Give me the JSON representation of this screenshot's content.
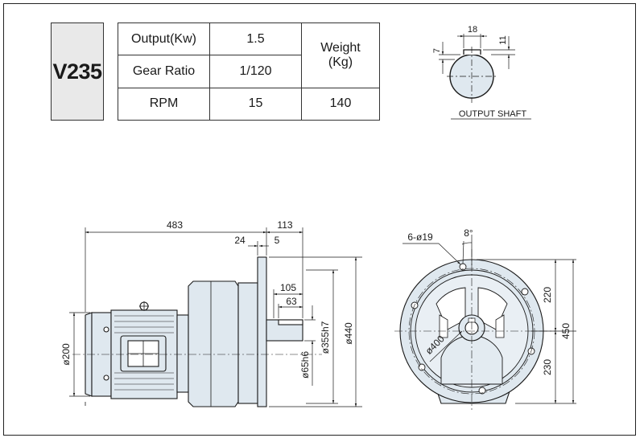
{
  "model": "V235",
  "spec_table": {
    "output_label": "Output(Kw)",
    "output_value": "1.5",
    "gear_ratio_label": "Gear Ratio",
    "gear_ratio_value": "1/120",
    "rpm_label": "RPM",
    "rpm_value": "15",
    "weight_label_line1": "Weight",
    "weight_label_line2": "(Kg)",
    "weight_value": "140"
  },
  "output_shaft": {
    "caption": "OUTPUT SHAFT",
    "key_width": "18",
    "key_depth": "11",
    "shaft_key_depth": "7"
  },
  "side_view": {
    "overall_length": "483",
    "shaft_extension": "113",
    "flange_thickness": "24",
    "flange_offset": "5",
    "shaft_length": "105",
    "key_length": "63",
    "spigot_dia": "ø355h7",
    "flange_dia": "ø440",
    "shaft_dia": "ø65h6",
    "motor_dia": "ø200"
  },
  "front_view": {
    "bolt_holes": "6-ø19",
    "hole_angle": "8°",
    "pcd": "ø400",
    "upper_height": "220",
    "lower_height": "230",
    "total_height": "450"
  },
  "colors": {
    "body_fill": "#dfe8ef",
    "line": "#1a1a1a",
    "table_shade": "#e9e9e9"
  }
}
